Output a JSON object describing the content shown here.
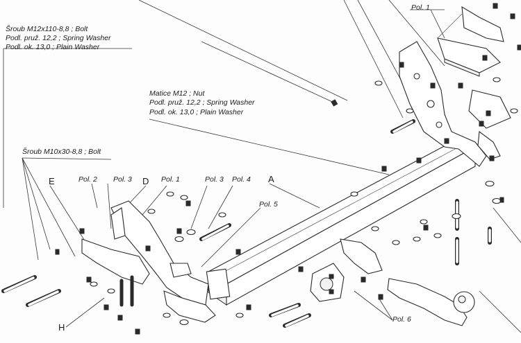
{
  "labels": {
    "bolt_m12": "Šroub M12x110-8,8 ; Bolt",
    "spring_washer_top": "Podl. pruž. 12,2 ; Spring Washer",
    "plain_washer_top": "Podl. ok. 13,0 ; Plain Washer",
    "nut_m12": "Matice M12 ; Nut",
    "spring_washer_mid": "Podl. pruž. 12,2 ; Spring Washer",
    "plain_washer_mid": "Podl. ok. 13,0 ; Plain Washer",
    "bolt_m10": "Šroub M10x30-8,8 ; Bolt",
    "pol1_top": "Pol. 1",
    "pol2": "Pol. 2",
    "pol3_left": "Pol. 3",
    "pol1_mid": "Pol. 1",
    "pol3_mid": "Pol. 3",
    "pol4": "Pol. 4",
    "pol5": "Pol. 5",
    "pol6": "Pol. 6",
    "letter_e": "E",
    "letter_d": "D",
    "letter_a": "A",
    "letter_h": "H"
  }
}
